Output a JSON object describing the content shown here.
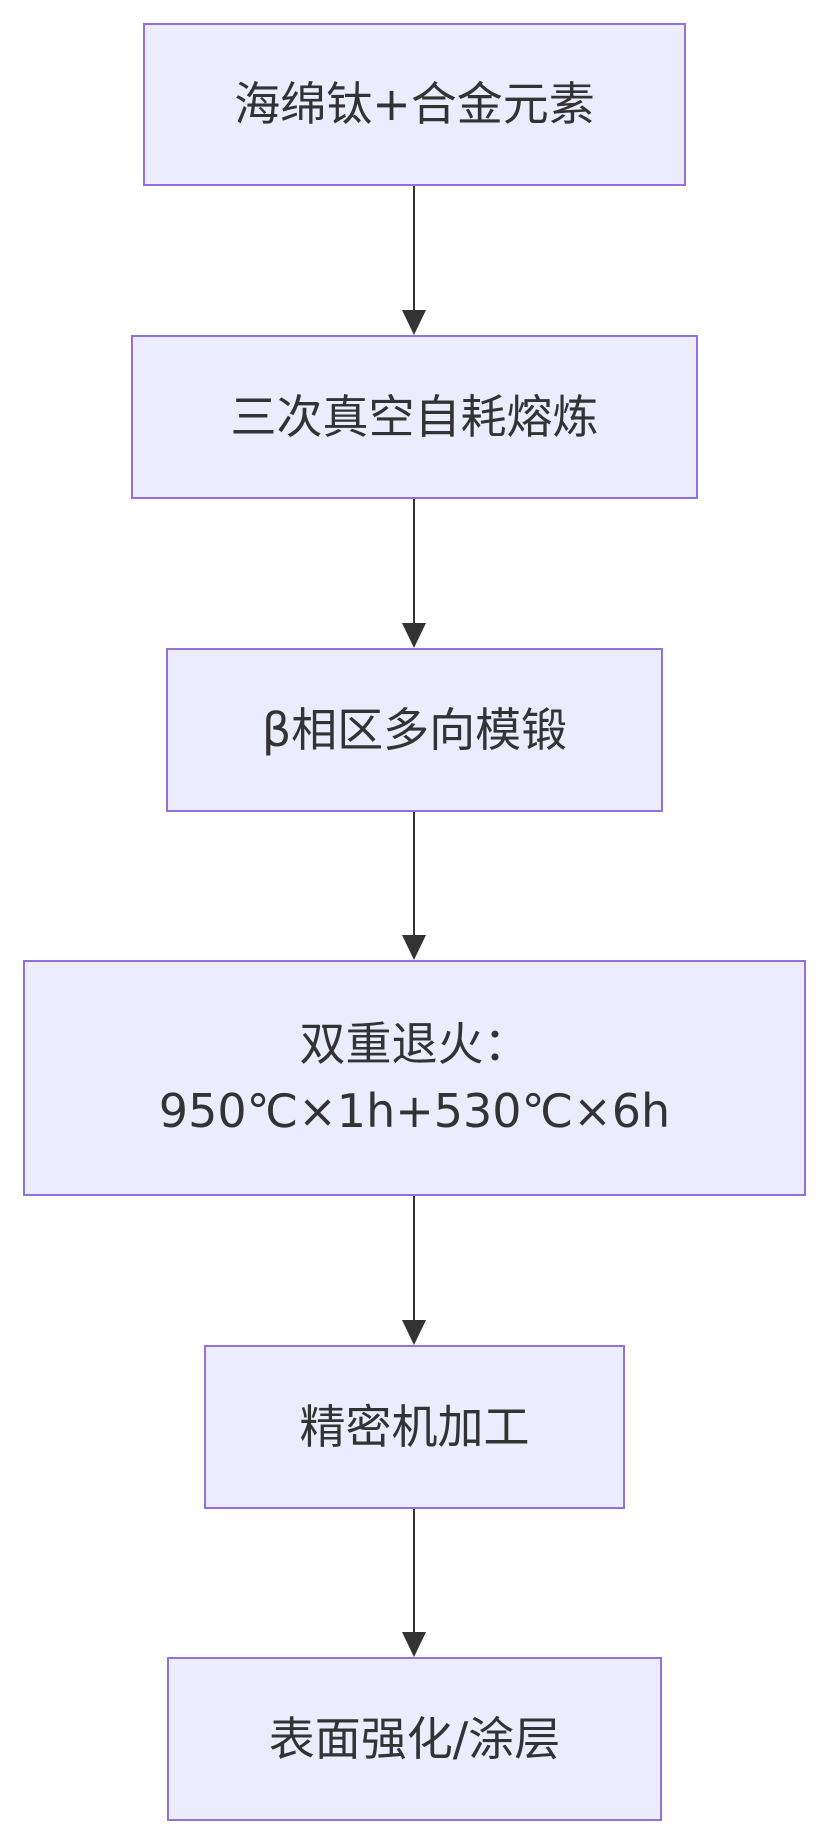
{
  "diagram": {
    "nodes": [
      {
        "id": "n1",
        "lines": [
          "海绵钛+合金元素"
        ]
      },
      {
        "id": "n2",
        "lines": [
          "三次真空自耗熔炼"
        ]
      },
      {
        "id": "n3",
        "lines": [
          "β相区多向模锻"
        ]
      },
      {
        "id": "n4",
        "lines": [
          "双重退火：",
          "950℃×1h+530℃×6h"
        ]
      },
      {
        "id": "n5",
        "lines": [
          "精密机加工"
        ]
      },
      {
        "id": "n6",
        "lines": [
          "表面强化/涂层"
        ]
      }
    ],
    "edges": [
      {
        "from": "n1",
        "to": "n2"
      },
      {
        "from": "n2",
        "to": "n3"
      },
      {
        "from": "n3",
        "to": "n4"
      },
      {
        "from": "n4",
        "to": "n5"
      },
      {
        "from": "n5",
        "to": "n6"
      }
    ],
    "colors": {
      "node_fill": "#ECECFF",
      "node_border": "#9370DB",
      "text": "#333333",
      "edge": "#333333"
    }
  }
}
